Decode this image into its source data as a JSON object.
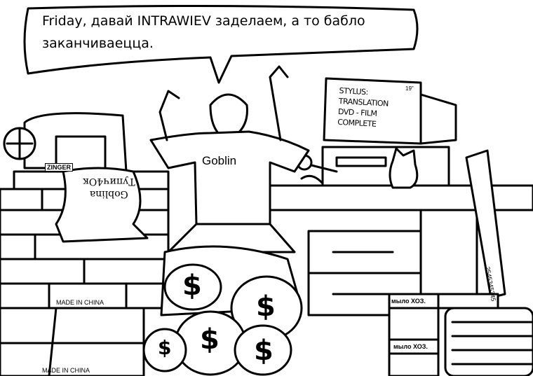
{
  "speech_bubble": {
    "line1": "Friday, давай INTRAWIEV заделаем, а то бабло",
    "line2": "заканчиваецца."
  },
  "monitor": {
    "screen_lines": [
      "STYLUS:",
      "TRANSLATION",
      "DVD - FILM",
      "COMPLETE"
    ],
    "size_label": "19\""
  },
  "shirt_text": "Goblin",
  "sewing_machine_label": "ZINGER",
  "sack_text": {
    "line1": "Тупич4Ок",
    "line2": "Goblina"
  },
  "crate_labels": [
    "MADE IN CHINA",
    "MADE IN CHINA"
  ],
  "soap_boxes": [
    "мыло ХОЗ.",
    "мыло ХОЗ."
  ],
  "pen_serial": "2545345345",
  "money_symbol": "$"
}
